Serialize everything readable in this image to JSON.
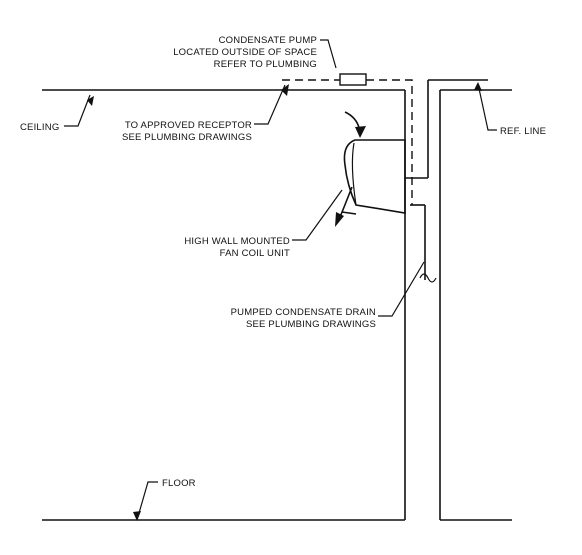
{
  "labels": {
    "condensate_pump": [
      "CONDENSATE PUMP",
      "LOCATED OUTSIDE OF SPACE",
      "REFER TO PLUMBING"
    ],
    "ceiling": "CEILING",
    "approved_receptor": [
      "TO APPROVED RECEPTOR",
      "SEE PLUMBING DRAWINGS"
    ],
    "ref_line": "REF. LINE",
    "fan_coil": [
      "HIGH WALL MOUNTED",
      "FAN COIL UNIT"
    ],
    "pumped_drain": [
      "PUMPED CONDENSATE DRAIN",
      "SEE PLUMBING DRAWINGS"
    ],
    "floor": "FLOOR"
  }
}
